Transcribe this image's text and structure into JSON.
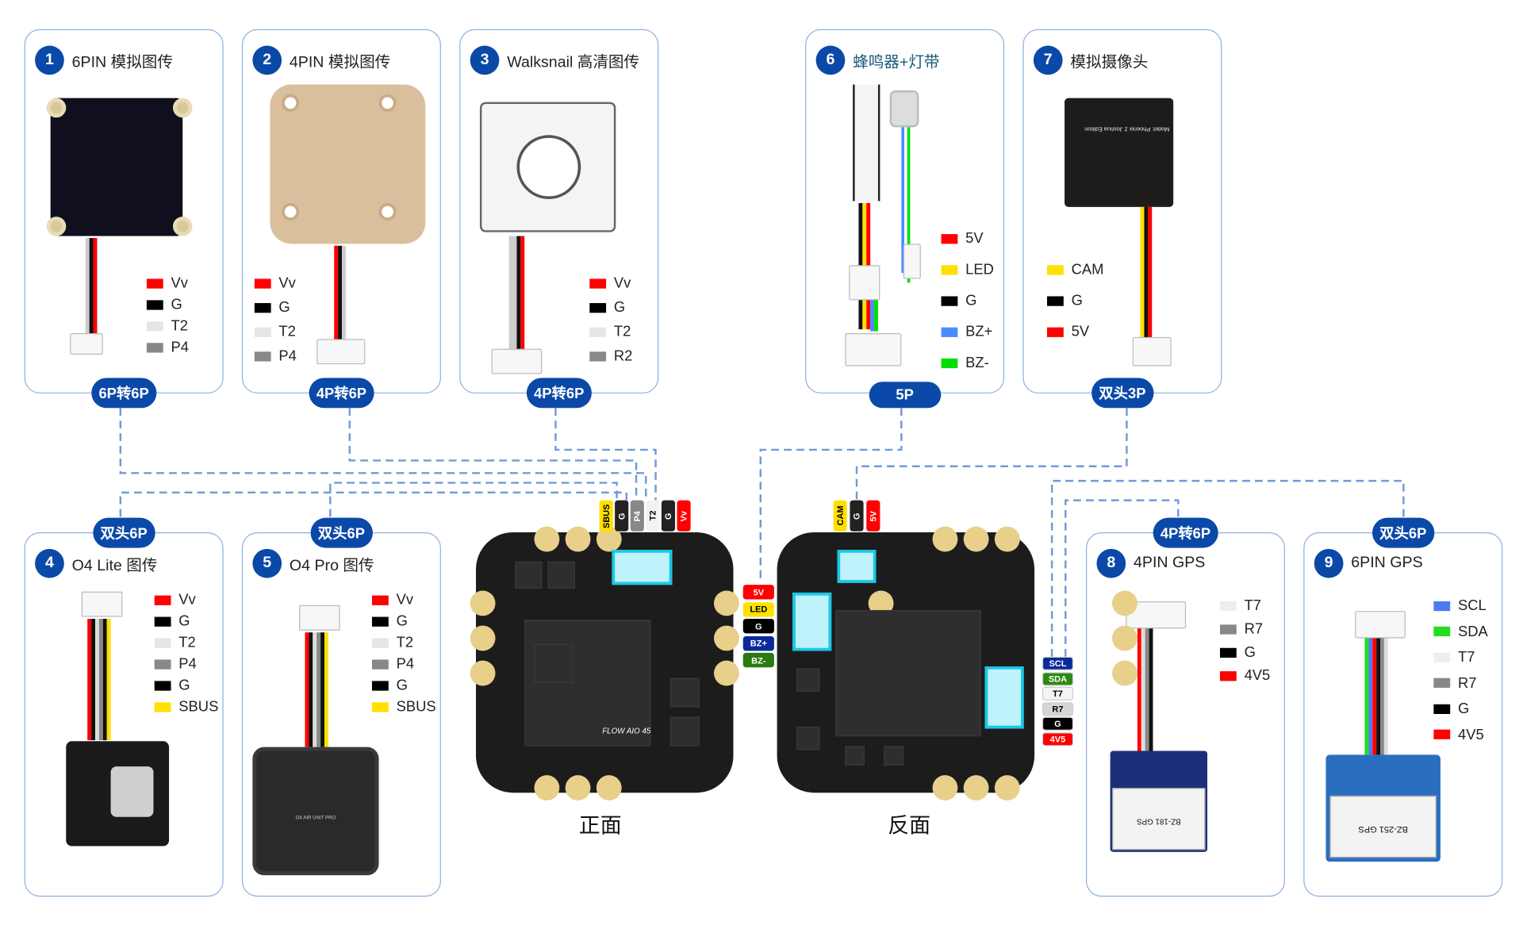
{
  "colors": {
    "accent": "#0b49a8",
    "border": "#8fb0e0",
    "dash": "#6f9bd8",
    "connector": "#18c8e8"
  },
  "cards": [
    {
      "key": "c1",
      "num": "1",
      "title": "6PIN 模拟图传",
      "badge": "6P转6P",
      "device": "analog-vtx-black",
      "legend": [
        {
          "label": "Vv",
          "color": "#ff0000"
        },
        {
          "label": "G",
          "color": "#000000"
        },
        {
          "label": "T2",
          "color": "#e6e6e6"
        },
        {
          "label": "P4",
          "color": "#888888"
        }
      ]
    },
    {
      "key": "c2",
      "num": "2",
      "title": "4PIN 模拟图传",
      "badge": "4P转6P",
      "device": "analog-vtx-gold",
      "legend": [
        {
          "label": "Vv",
          "color": "#ff0000"
        },
        {
          "label": "G",
          "color": "#000000"
        },
        {
          "label": "T2",
          "color": "#e6e6e6"
        },
        {
          "label": "P4",
          "color": "#888888"
        }
      ]
    },
    {
      "key": "c3",
      "num": "3",
      "title": "Walksnail 高清图传",
      "badge": "4P转6P",
      "device": "walksnail-vtx",
      "legend": [
        {
          "label": "Vv",
          "color": "#ff0000"
        },
        {
          "label": "G",
          "color": "#000000"
        },
        {
          "label": "T2",
          "color": "#e6e6e6"
        },
        {
          "label": "R2",
          "color": "#888888"
        }
      ]
    },
    {
      "key": "c4",
      "num": "4",
      "title": "O4 Lite 图传",
      "badge": "双头6P",
      "device": "o4-lite",
      "legend": [
        {
          "label": "Vv",
          "color": "#ff0000"
        },
        {
          "label": "G",
          "color": "#000000"
        },
        {
          "label": "T2",
          "color": "#e6e6e6"
        },
        {
          "label": "P4",
          "color": "#888888"
        },
        {
          "label": "G",
          "color": "#000000"
        },
        {
          "label": "SBUS",
          "color": "#ffe000"
        }
      ]
    },
    {
      "key": "c5",
      "num": "5",
      "title": "O4 Pro 图传",
      "badge": "双头6P",
      "device": "o4-pro",
      "device_text": "O4 AIR UNIT PRO",
      "legend": [
        {
          "label": "Vv",
          "color": "#ff0000"
        },
        {
          "label": "G",
          "color": "#000000"
        },
        {
          "label": "T2",
          "color": "#e6e6e6"
        },
        {
          "label": "P4",
          "color": "#888888"
        },
        {
          "label": "G",
          "color": "#000000"
        },
        {
          "label": "SBUS",
          "color": "#ffe000"
        }
      ]
    },
    {
      "key": "c6",
      "num": "6",
      "title": "蜂鸣器+灯带",
      "badge": "5P",
      "device": "buzzer-led",
      "legend": [
        {
          "label": "5V",
          "color": "#ff0000"
        },
        {
          "label": "LED",
          "color": "#ffe000"
        },
        {
          "label": "G",
          "color": "#000000"
        },
        {
          "label": "BZ+",
          "color": "#4a8cff"
        },
        {
          "label": "BZ-",
          "color": "#00e000"
        }
      ]
    },
    {
      "key": "c7",
      "num": "7",
      "title": "模拟摄像头",
      "badge": "双头3P",
      "device": "analog-camera",
      "device_text": "Model: Phoenix 2 Joshua Edition",
      "legend": [
        {
          "label": "CAM",
          "color": "#ffe000"
        },
        {
          "label": "G",
          "color": "#000000"
        },
        {
          "label": "5V",
          "color": "#ff0000"
        }
      ]
    },
    {
      "key": "c8",
      "num": "8",
      "title": "4PIN GPS",
      "badge": "4P转6P",
      "device": "gps-bz181",
      "device_text": "BZ-181 GPS",
      "legend": [
        {
          "label": "T7",
          "color": "#eeeeee"
        },
        {
          "label": "R7",
          "color": "#888888"
        },
        {
          "label": "G",
          "color": "#000000"
        },
        {
          "label": "4V5",
          "color": "#ff0000"
        }
      ]
    },
    {
      "key": "c9",
      "num": "9",
      "title": "6PIN GPS",
      "badge": "双头6P",
      "device": "gps-bz251",
      "device_text": "BZ-251 GPS",
      "legend": [
        {
          "label": "SCL",
          "color": "#4a7cf0"
        },
        {
          "label": "SDA",
          "color": "#22dd22"
        },
        {
          "label": "T7",
          "color": "#eeeeee"
        },
        {
          "label": "R7",
          "color": "#888888"
        },
        {
          "label": "G",
          "color": "#000000"
        },
        {
          "label": "4V5",
          "color": "#ff0000"
        }
      ]
    }
  ],
  "front": {
    "label": "正面",
    "brand": "FLOW AIO 45",
    "pins": [
      {
        "label": "SBUS",
        "color": "#ffe000",
        "text": "#000"
      },
      {
        "label": "G",
        "color": "#222222",
        "text": "#fff"
      },
      {
        "label": "P4",
        "color": "#888888",
        "text": "#fff"
      },
      {
        "label": "T2",
        "color": "#f2f2f2",
        "text": "#000"
      },
      {
        "label": "G",
        "color": "#222222",
        "text": "#fff"
      },
      {
        "label": "Vv",
        "color": "#ff0000",
        "text": "#fff"
      }
    ]
  },
  "back": {
    "label": "反面",
    "top_pins": [
      {
        "label": "CAM",
        "color": "#ffe000",
        "text": "#000"
      },
      {
        "label": "G",
        "color": "#222222",
        "text": "#fff"
      },
      {
        "label": "5V",
        "color": "#ff0000",
        "text": "#fff"
      }
    ],
    "left_pins": [
      {
        "label": "5V",
        "color": "#ff0000",
        "text": "#fff"
      },
      {
        "label": "LED",
        "color": "#ffe000",
        "text": "#000"
      },
      {
        "label": "G",
        "color": "#000000",
        "text": "#fff"
      },
      {
        "label": "BZ+",
        "color": "#0a2a9a",
        "text": "#fff"
      },
      {
        "label": "BZ-",
        "color": "#2a7a10",
        "text": "#fff"
      }
    ],
    "right_pins": [
      {
        "label": "SCL",
        "color": "#0a2a9a",
        "text": "#fff"
      },
      {
        "label": "SDA",
        "color": "#2a8a10",
        "text": "#fff"
      },
      {
        "label": "T7",
        "color": "#f4f4f4",
        "text": "#000"
      },
      {
        "label": "R7",
        "color": "#d6d6d6",
        "text": "#000"
      },
      {
        "label": "G",
        "color": "#000000",
        "text": "#fff"
      },
      {
        "label": "4V5",
        "color": "#ff0000",
        "text": "#fff"
      }
    ]
  }
}
